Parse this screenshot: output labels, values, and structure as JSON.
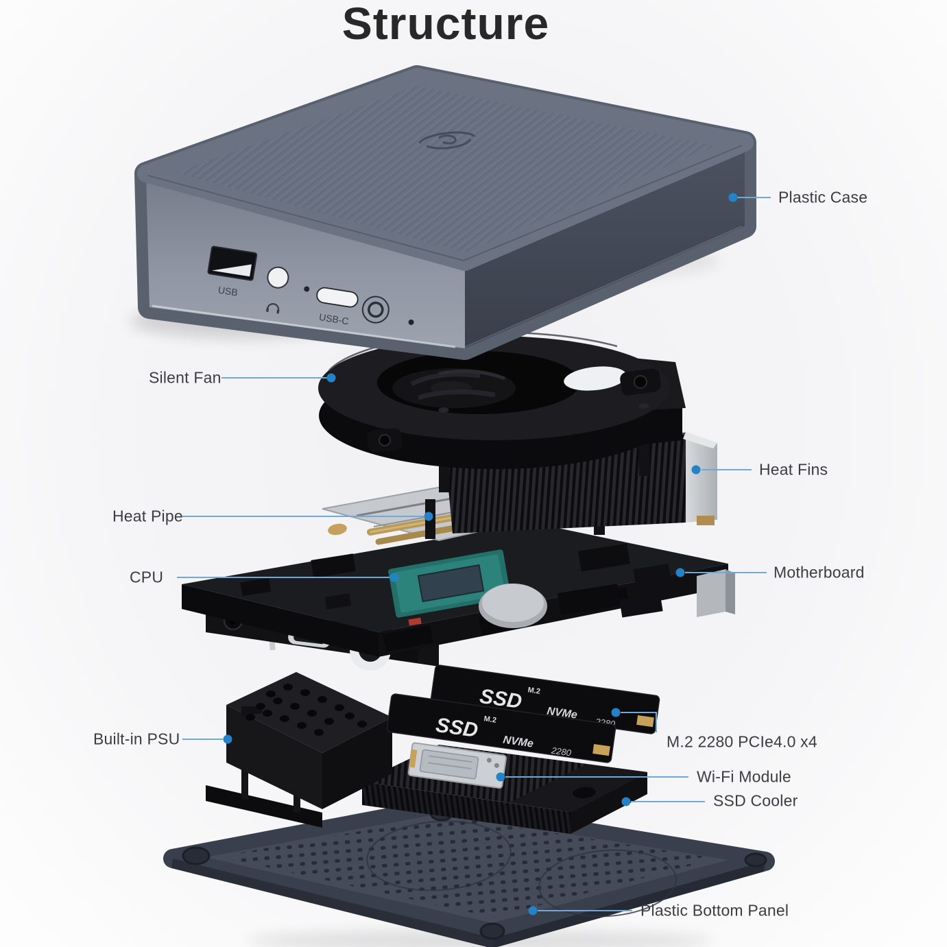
{
  "title": "Structure",
  "colors": {
    "background": "#f4f4f6",
    "accent_dot": "#2383c6",
    "leader_line": "#6fa9d9",
    "label_text": "#3c3c41",
    "title_text": "#282828",
    "case_top": "#6b7382",
    "case_front": "#969caa",
    "case_side": "#464b58"
  },
  "labels": {
    "plastic_case": "Plastic Case",
    "silent_fan": "Silent Fan",
    "heat_fins": "Heat Fins",
    "heat_pipe": "Heat Pipe",
    "cpu": "CPU",
    "motherboard": "Motherboard",
    "built_in_psu": "Built-in PSU",
    "m2_slot": "M.2 2280 PCIe4.0 x4",
    "wifi_module": "Wi-Fi Module",
    "ssd_cooler": "SSD Cooler",
    "bottom_panel": "Plastic Bottom Panel"
  },
  "front_panel": {
    "usb_label": "USB",
    "usb_c_label": "USB-C"
  },
  "ssd_stick": {
    "m2": "M.2",
    "name": "SSD",
    "interface": "NVMe",
    "form_factor": "2280"
  }
}
